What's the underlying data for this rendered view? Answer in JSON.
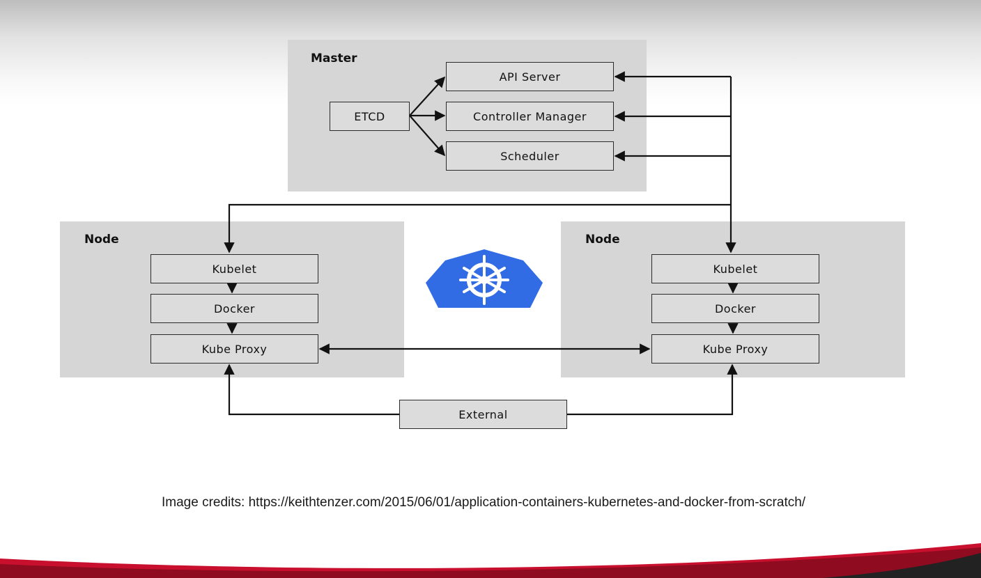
{
  "master": {
    "title": "Master",
    "etcd": "ETCD",
    "api_server": "API Server",
    "controller_manager": "Controller Manager",
    "scheduler": "Scheduler"
  },
  "node_left": {
    "title": "Node",
    "kubelet": "Kubelet",
    "docker": "Docker",
    "kube_proxy": "Kube Proxy"
  },
  "node_right": {
    "title": "Node",
    "kubelet": "Kubelet",
    "docker": "Docker",
    "kube_proxy": "Kube Proxy"
  },
  "external": "External",
  "credits": "Image credits: https://keithtenzer.com/2015/06/01/application-containers-kubernetes-and-docker-from-scratch/",
  "colors": {
    "panel": "#d6d6d6",
    "box": "#dcdcdc",
    "line": "#111111",
    "k8s_blue": "#326ce5",
    "footer_red": "#c8102e"
  },
  "icons": [
    "kubernetes-logo-icon"
  ]
}
